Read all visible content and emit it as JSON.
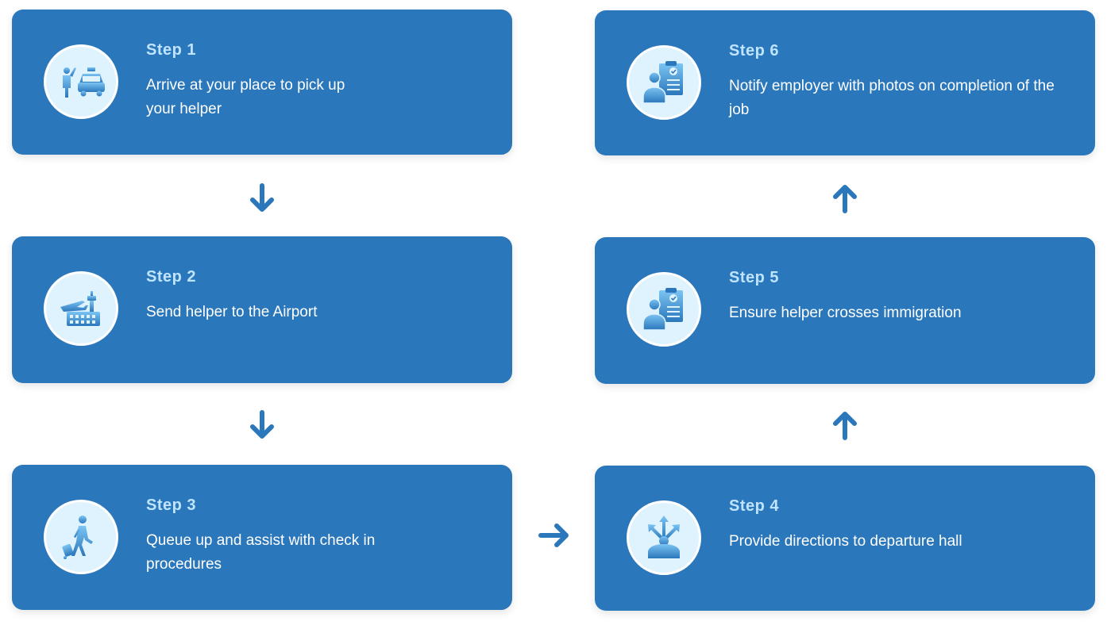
{
  "steps": [
    {
      "title": "Step 1",
      "desc": "Arrive at your place to pick up your helper",
      "icon": "taxi-pickup-icon"
    },
    {
      "title": "Step 2",
      "desc": "Send helper to the Airport",
      "icon": "airport-icon"
    },
    {
      "title": "Step 3",
      "desc": "Queue up and assist with check in procedures",
      "icon": "traveler-luggage-icon"
    },
    {
      "title": "Step 4",
      "desc": "Provide directions to departure hall",
      "icon": "directions-icon"
    },
    {
      "title": "Step 5",
      "desc": "Ensure helper crosses immigration",
      "icon": "immigration-checklist-icon"
    },
    {
      "title": "Step 6",
      "desc": "Notify employer with photos on completion of the job",
      "icon": "notify-checklist-icon"
    }
  ],
  "colors": {
    "card": "#2b77bb",
    "step_title": "#bfe4ff",
    "icon_bg": "#dff3ff",
    "arrow": "#2b77bb"
  }
}
